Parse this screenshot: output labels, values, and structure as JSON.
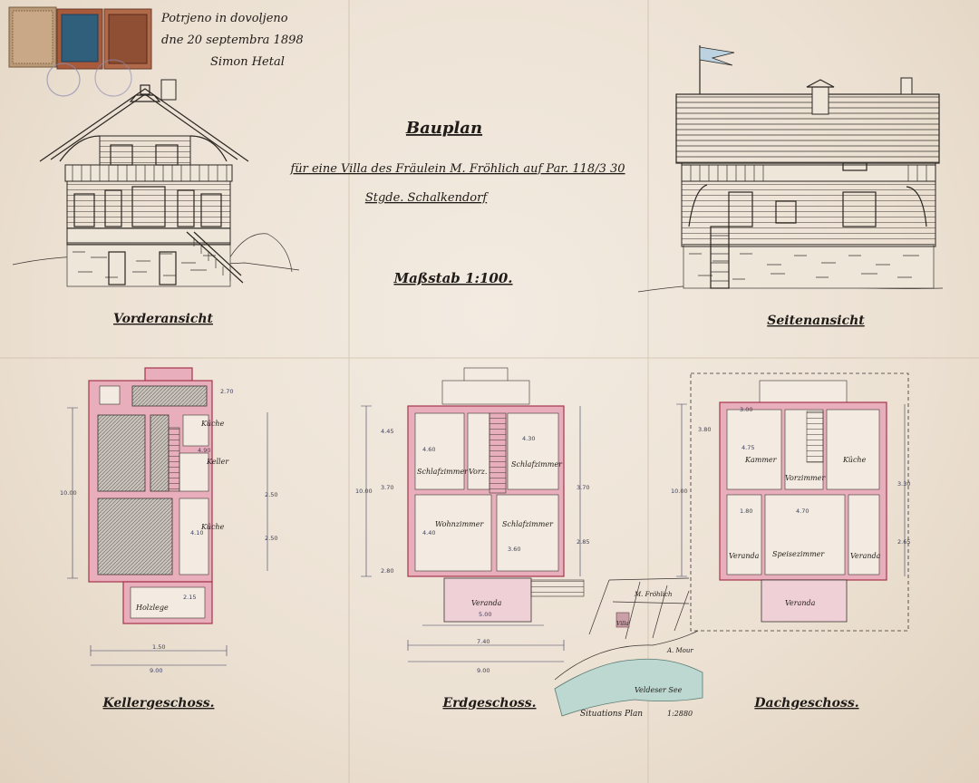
{
  "approval": {
    "line1": "Potrjeno in dovoljeno",
    "line2": "dne 20 septembra 1898",
    "line3": "Simon Hetal"
  },
  "title": {
    "heading": "Bauplan",
    "line1": "für eine Villa des Fräulein M. Fröhlich auf Par. 118/3 30",
    "line2": "Stgde. Schalkendorf",
    "scale": "Maßstab 1:100."
  },
  "views": {
    "front": "Vorderansicht",
    "side": "Seitenansicht",
    "cellar": "Kellergeschoss.",
    "ground": "Erdgeschoss.",
    "attic": "Dachgeschoss."
  },
  "rooms": {
    "cellar": [
      "Küche",
      "Keller",
      "Küche",
      "Holzlege"
    ],
    "ground": [
      "Schlafzimmer",
      "Vorz.",
      "Schlafzimmer",
      "Wohnzimmer",
      "Schlafzimmer",
      "Veranda"
    ],
    "attic": [
      "Kammer",
      "Vorzimmer",
      "Küche",
      "Veranda",
      "Speisezimmer",
      "Veranda",
      "Veranda"
    ]
  },
  "dimensions": {
    "cellar": [
      "4.90",
      "4.10",
      "2.70",
      "10.00",
      "2.50",
      "2.50",
      "2.15",
      "9.00",
      "1.50"
    ],
    "ground": [
      "4.60",
      "3.70",
      "4.45",
      "10.00",
      "3.70",
      "2.85",
      "4.30",
      "4.40",
      "3.60",
      "2.80",
      "7.40",
      "9.00",
      "5.00"
    ],
    "attic": [
      "4.75",
      "4.70",
      "3.80",
      "1.80",
      "10.00",
      "3.30",
      "2.65",
      "3.00"
    ]
  },
  "situation": {
    "label": "Situations Plan",
    "scale": "1:2880",
    "lake": "Veldeser See",
    "owner1": "M. Fröhlich",
    "owner2": "A. Mour",
    "villa": "Villa"
  },
  "colors": {
    "paper": "#ece1d3",
    "wall_fill": "#e9aebb",
    "wall_stroke": "#a6354d",
    "ink": "#2a2622",
    "dim_ink": "#3b3f62",
    "lake": "#bcd8d0",
    "stamp": "#9a7a5a"
  }
}
